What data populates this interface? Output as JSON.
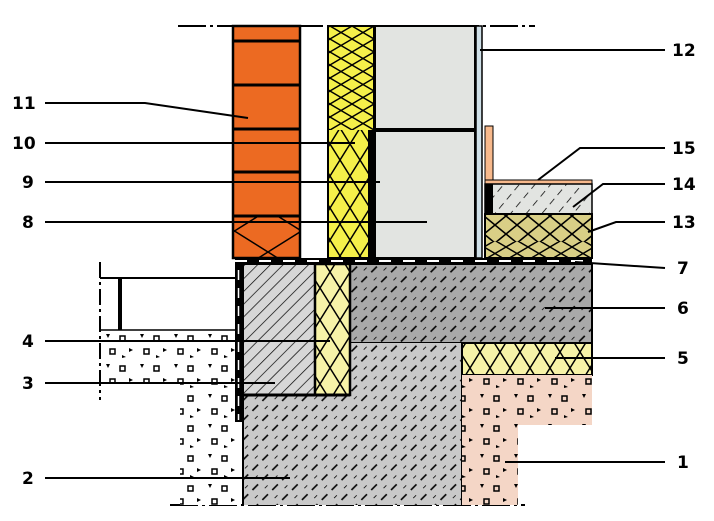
{
  "title": "Wall-to-foundation construction detail",
  "colors": {
    "brick": "#ec6a22",
    "insulation": "#f5f04a",
    "insulation_pale": "#f7f3a8",
    "floor_insulation": "#d9cf86",
    "block": "#e2e4e1",
    "concrete": "#a9a9a9",
    "foundation": "#c9c9c9",
    "soil": "#f4d6c6",
    "skirting": "#f7b98c"
  },
  "labels": {
    "l1": "1",
    "l2": "2",
    "l3": "3",
    "l4": "4",
    "l5": "5",
    "l6": "6",
    "l7": "7",
    "l8": "8",
    "l9": "9",
    "l10": "10",
    "l11": "11",
    "l12": "12",
    "l13": "13",
    "l14": "14",
    "l15": "15"
  }
}
